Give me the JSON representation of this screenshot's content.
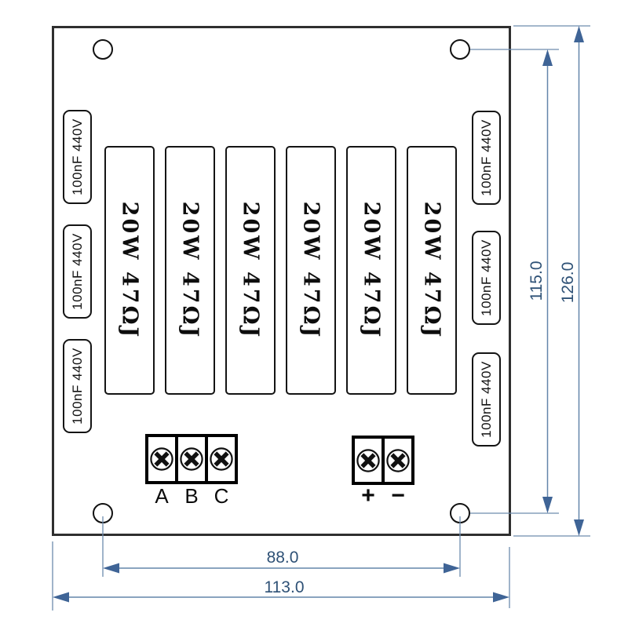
{
  "drawing": {
    "components": {
      "resistor_label": "20W 47ΩJ",
      "resistor_count": 6,
      "capacitor_label": "100nF 440V",
      "capacitor_count": 6
    },
    "terminals": {
      "abc": [
        "A",
        "B",
        "C"
      ],
      "dc": [
        "+",
        "−"
      ]
    },
    "dimensions": {
      "inner_height": "115.0",
      "outer_height": "126.0",
      "inner_width": "88.0",
      "outer_width": "113.0"
    },
    "colors": {
      "outline": "#2f2f2f",
      "component_outline": "#141414",
      "dimension_line": "#6486aa",
      "dimension_text": "#2e5176",
      "dimension_arrow": "#3f6496",
      "background": "#ffffff"
    }
  }
}
